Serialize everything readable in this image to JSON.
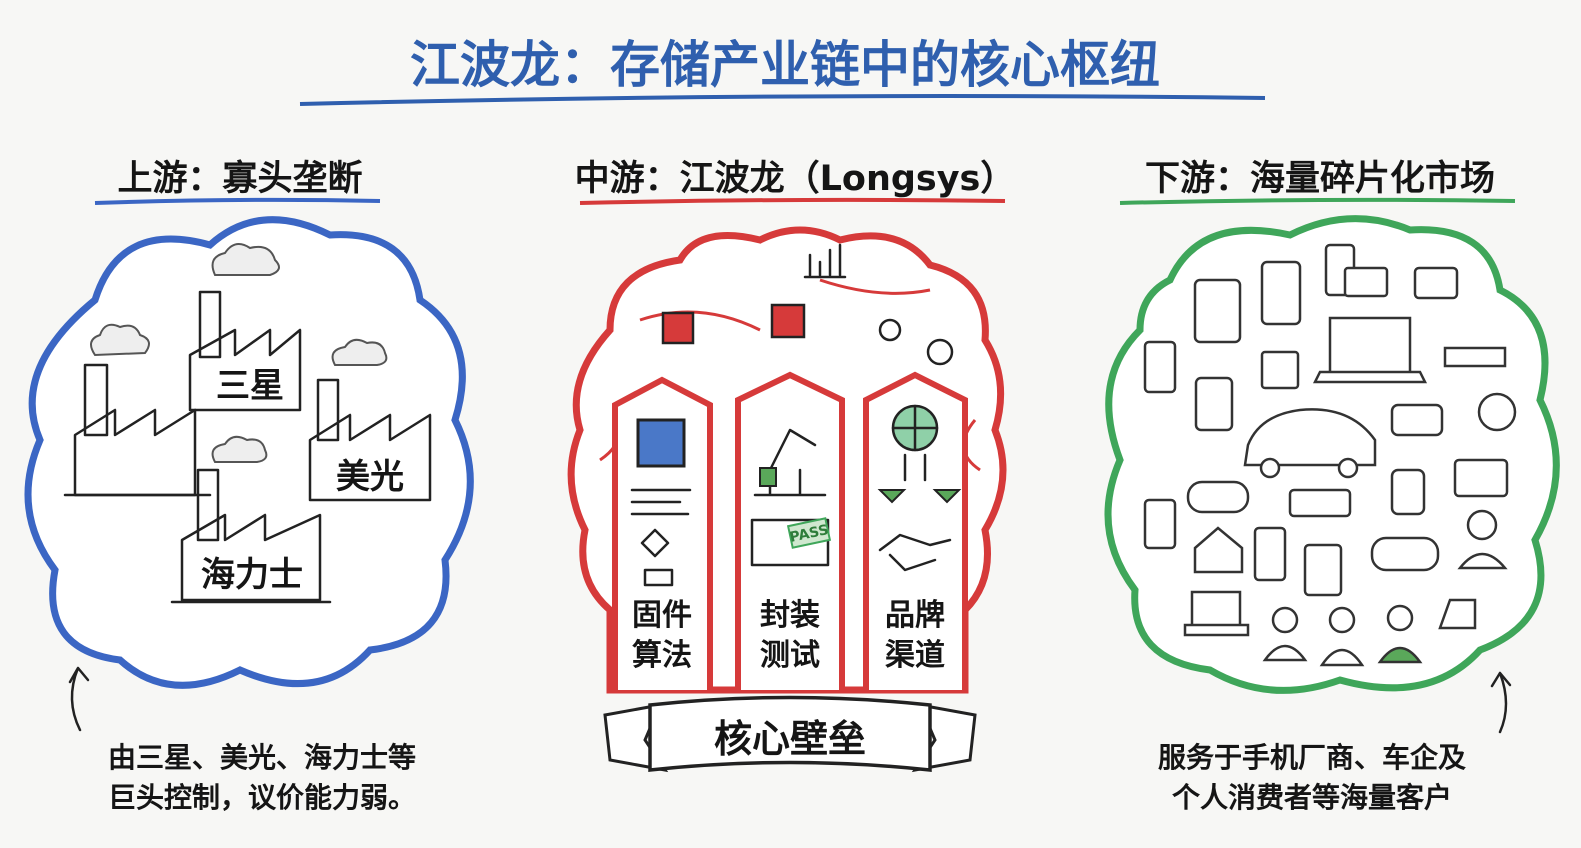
{
  "title": "江波龙：存储产业链中的核心枢纽",
  "colors": {
    "upstream": "#3b66c4",
    "midstream": "#d63a3a",
    "downstream": "#3fa65a",
    "title": "#2f5fae"
  },
  "upstream": {
    "heading": "上游：寡头垄断",
    "factories": [
      "三星",
      "美光",
      "海力士"
    ],
    "caption_lines": [
      "由三星、美光、海力士等",
      "巨头控制，议价能力弱。"
    ]
  },
  "midstream": {
    "heading": "中游：江波龙（Longsys）",
    "pillars": [
      {
        "lines": [
          "固件",
          "算法"
        ],
        "icon": "chip-flowchart-icon"
      },
      {
        "lines": [
          "封装",
          "测试"
        ],
        "icon": "robot-arm-icon",
        "stamp": "PASS"
      },
      {
        "lines": [
          "品牌",
          "渠道"
        ],
        "icon": "globe-handshake-icon"
      }
    ],
    "banner": "核心壁垒"
  },
  "downstream": {
    "heading": "下游：海量碎片化市场",
    "caption_lines": [
      "服务于手机厂商、车企及",
      "个人消费者等海量客户"
    ]
  }
}
